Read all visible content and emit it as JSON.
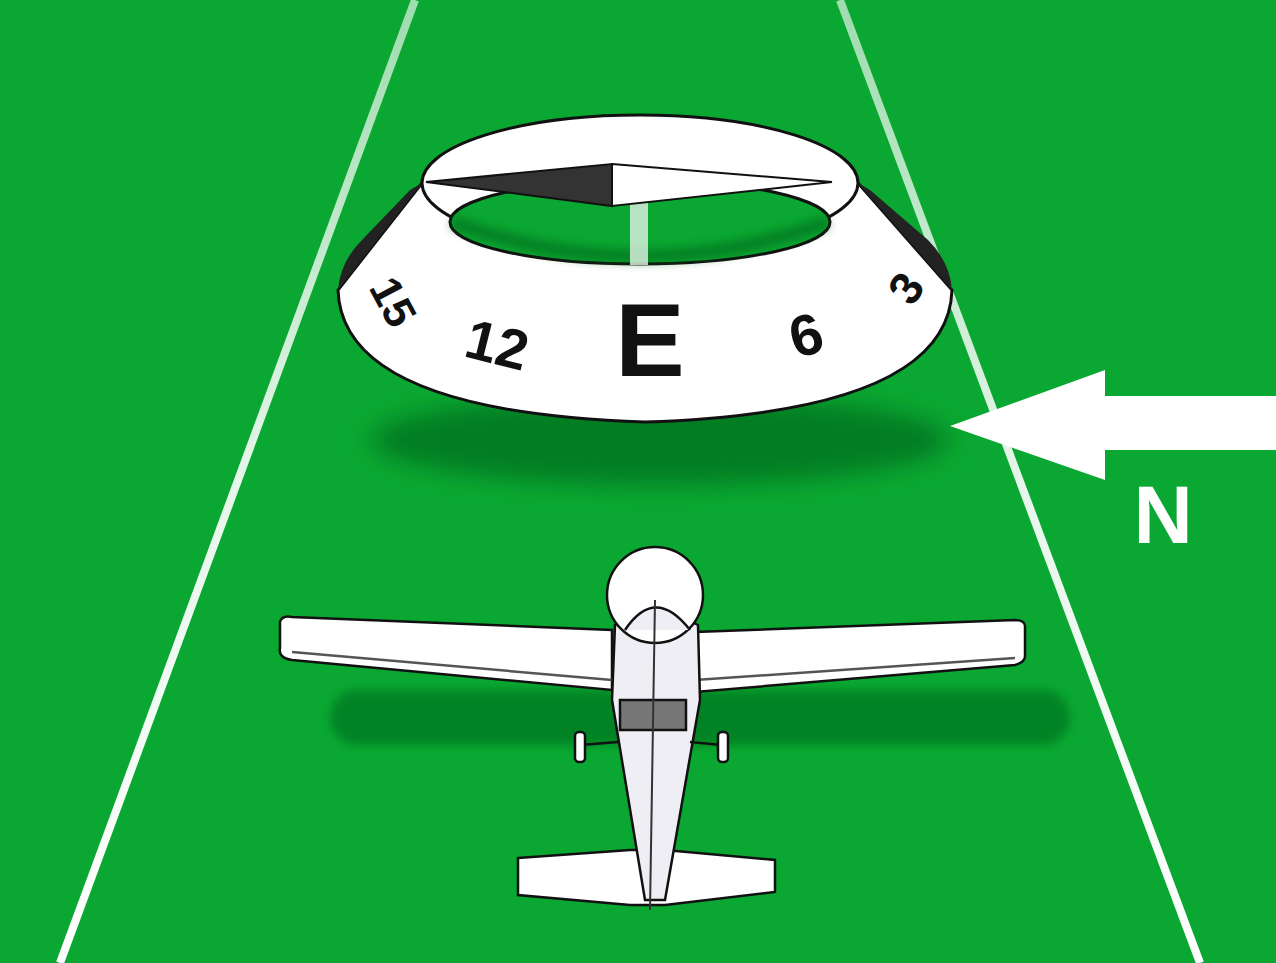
{
  "diagram": {
    "labels": [
      "15",
      "12",
      "E",
      "6",
      "3",
      "N"
    ]
  }
}
